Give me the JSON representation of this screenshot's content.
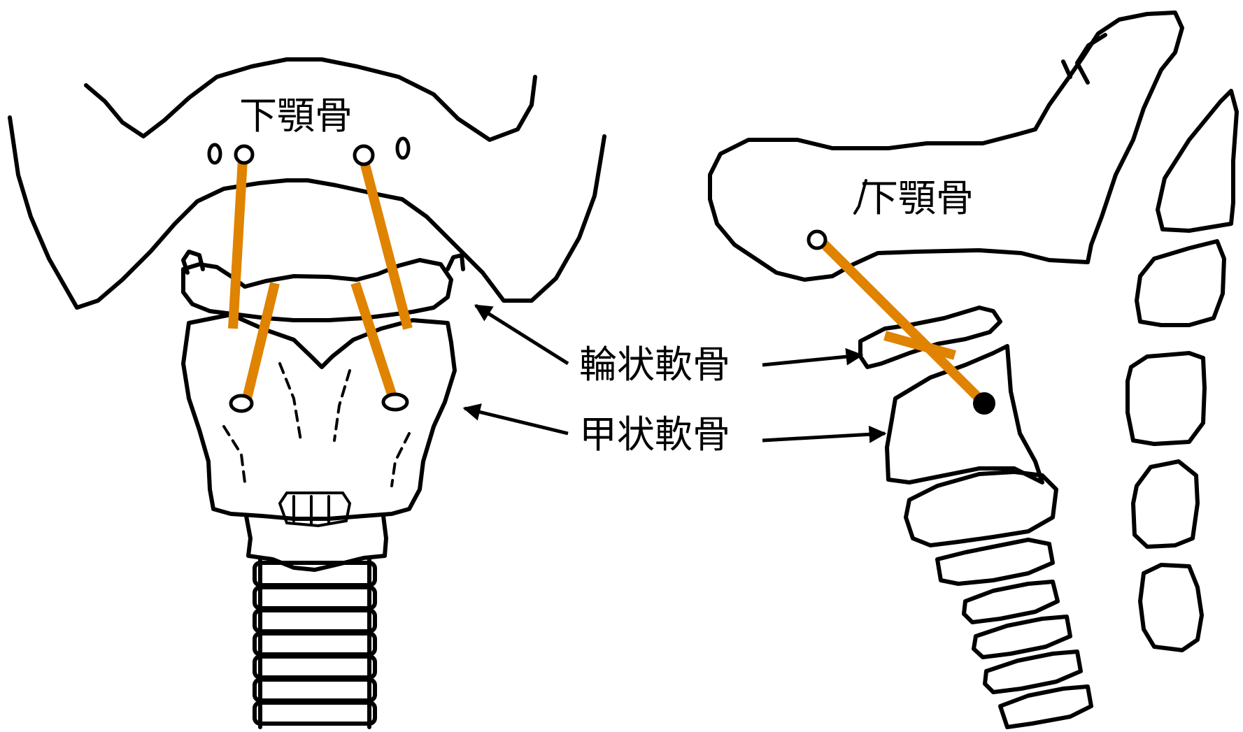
{
  "labels": {
    "mandible_front": "下顎骨",
    "mandible_side": "下顎骨",
    "cricoid": "輪状軟骨",
    "thyroid": "甲状軟骨"
  },
  "colors": {
    "muscle": "#DF8300",
    "outline": "#000000",
    "background": "#FFFFFF"
  }
}
